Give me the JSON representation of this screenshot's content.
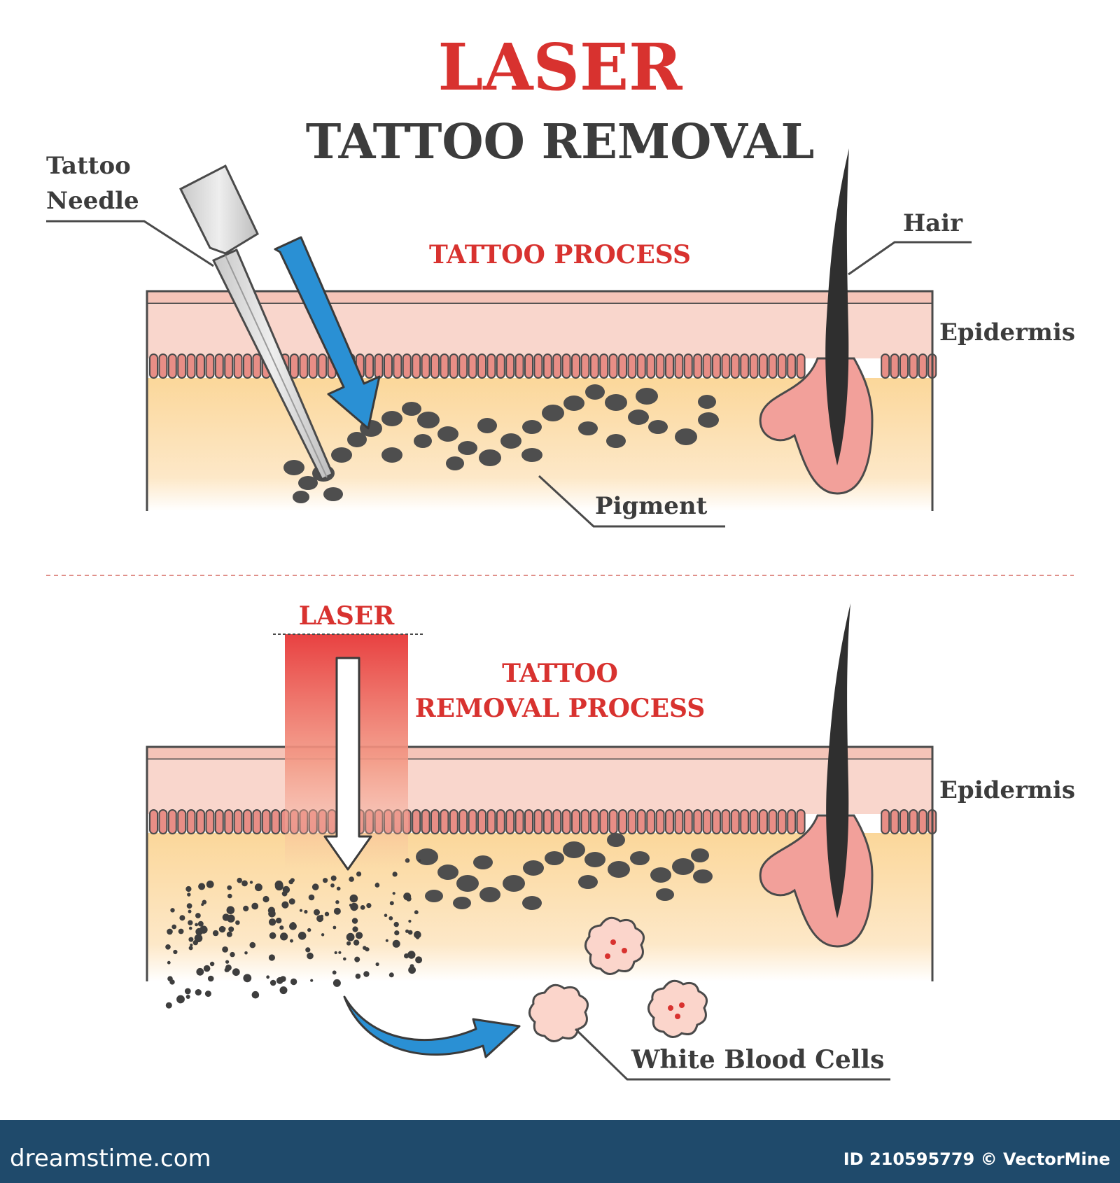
{
  "title": {
    "line1": "LASER",
    "line2": "TATTOO REMOVAL"
  },
  "top_panel": {
    "heading": "TATTOO PROCESS",
    "labels": {
      "needle_line1": "Tattoo",
      "needle_line2": "Needle",
      "hair": "Hair",
      "epidermis": "Epidermis",
      "pigment": "Pigment"
    }
  },
  "bottom_panel": {
    "heading_line1": "TATTOO",
    "heading_line2": "REMOVAL PROCESS",
    "labels": {
      "laser": "LASER",
      "epidermis": "Epidermis",
      "white_blood_cells": "White Blood Cells"
    }
  },
  "footer": {
    "site": "dreamstime.com",
    "credit": "ID 210595779 © VectorMine"
  },
  "colors": {
    "title_red": "#d8322f",
    "dark_text": "#3c3c3c",
    "skin_top": "#f5c4b8",
    "skin_band": "#f9d6cc",
    "dermis": "#fbd79a",
    "papillae": "#e88e86",
    "follicle": "#f2a09a",
    "pigment": "#4e4e4e",
    "arrow_blue": "#2a90d4",
    "laser_red": "#e84141",
    "footer_bg": "#1f4a6b",
    "cell_fill": "#fbd5cb"
  },
  "icons": [
    "tattoo-needle-icon",
    "blue-arrow-icon",
    "laser-beam-icon",
    "hair-follicle-icon",
    "white-blood-cell-icon",
    "curved-arrow-icon"
  ]
}
